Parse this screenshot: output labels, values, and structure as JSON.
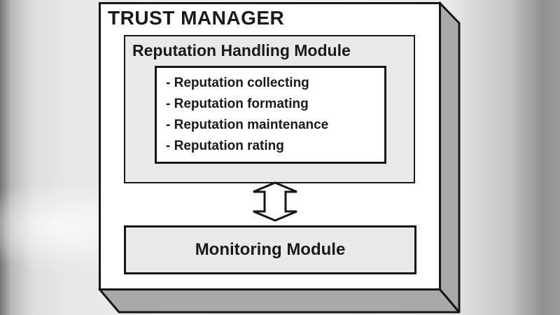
{
  "diagram": {
    "title": "TRUST MANAGER",
    "reputation_handling_module": {
      "title": "Reputation Handling Module",
      "functions": [
        "- Reputation collecting",
        "- Reputation formating",
        "- Reputation maintenance",
        "- Reputation rating"
      ]
    },
    "connector": {
      "type": "bidirectional-vertical-arrow"
    },
    "monitoring_module": {
      "title": "Monitoring Module"
    },
    "colors": {
      "front_face": "#ffffff",
      "side_face": "#a9a9a9",
      "module_fill": "#e9e9e9",
      "outline": "#161616",
      "background_mid": "#ececec",
      "background_edge": "#909090"
    }
  }
}
